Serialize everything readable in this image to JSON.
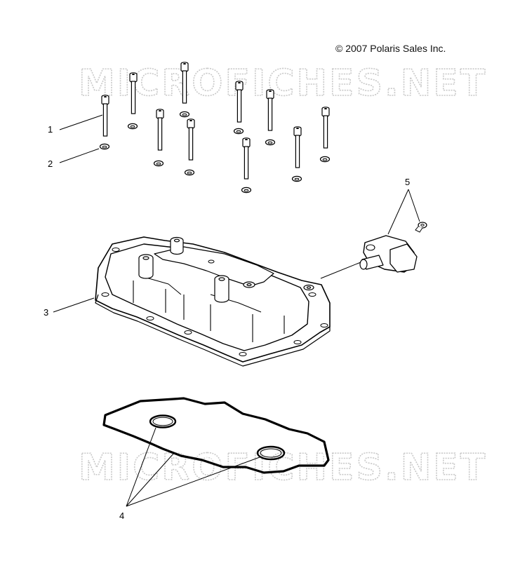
{
  "copyright": "© 2007 Polaris Sales Inc.",
  "watermark": "MICROFICHES.NET",
  "callouts": [
    {
      "id": "1",
      "label": "1"
    },
    {
      "id": "2",
      "label": "2"
    },
    {
      "id": "3",
      "label": "3"
    },
    {
      "id": "4",
      "label": "4"
    },
    {
      "id": "5",
      "label": "5"
    }
  ],
  "parts": [
    {
      "callout": "1",
      "icon": "cap-screw-icon"
    },
    {
      "callout": "2",
      "icon": "washer-icon"
    },
    {
      "callout": "3",
      "icon": "valve-cover-icon"
    },
    {
      "callout": "4",
      "icon": "gasket-icon"
    },
    {
      "callout": "5",
      "icon": "sensor-icon"
    }
  ]
}
